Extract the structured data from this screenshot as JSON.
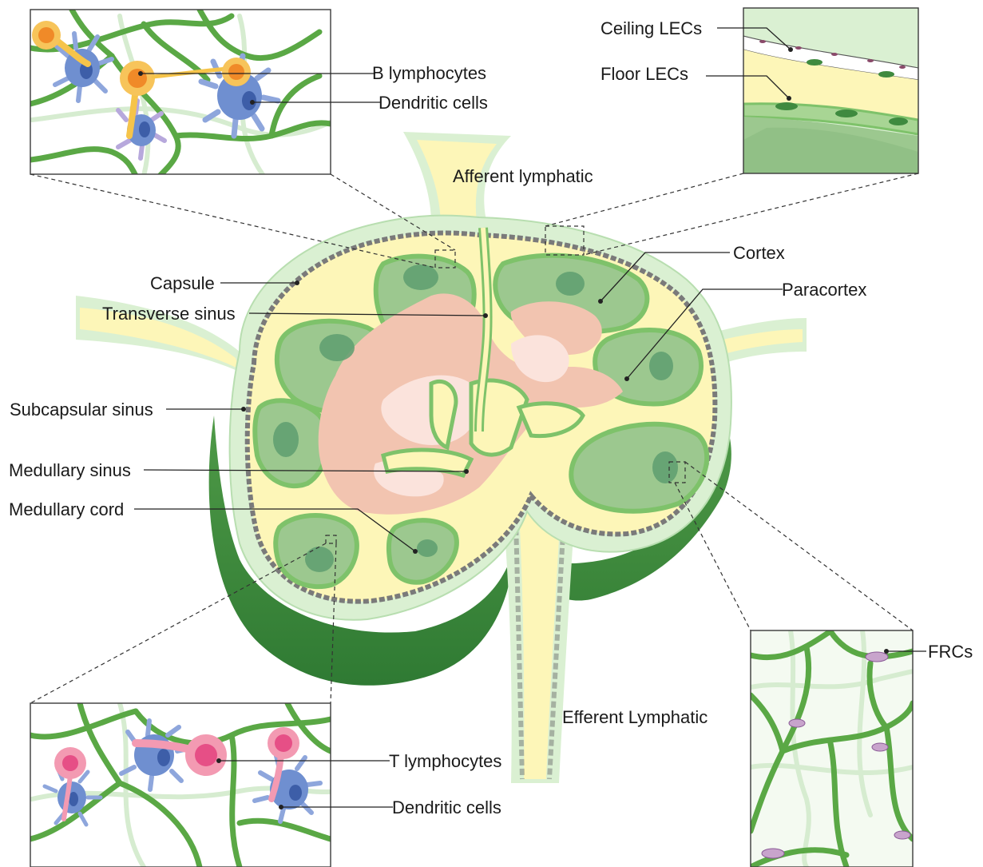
{
  "labels": {
    "b_lymphocytes": "B lymphocytes",
    "dendritic_cells_top": "Dendritic cells",
    "ceiling_lecs": "Ceiling LECs",
    "floor_lecs": "Floor LECs",
    "afferent_lymphatic": "Afferent lymphatic",
    "cortex": "Cortex",
    "paracortex": "Paracortex",
    "capsule": "Capsule",
    "transverse_sinus": "Transverse sinus",
    "subcapsular_sinus": "Subcapsular sinus",
    "medullary_sinus": "Medullary sinus",
    "medullary_cord": "Medullary cord",
    "efferent_lymphatic": "Efferent Lymphatic",
    "frcs": "FRCs",
    "t_lymphocytes": "T lymphocytes",
    "dendritic_cells_bottom": "Dendritic cells"
  },
  "colors": {
    "capsule_fill": "#daf0d2",
    "sinus_fill": "#fdf6b8",
    "cortex_fill": "#9cc88f",
    "follicle_fill": "#5e9e70",
    "paracortex_fill": "#f2c4b0",
    "medulla_light": "#fbe3dc",
    "dark_green": "#3d8a3c",
    "reticular_net": "#5aa845",
    "dendritic_cell": "#6f8fd0",
    "b_cell": "#f4a63a",
    "t_cell": "#ec6f94",
    "frc": "#a87fb0"
  }
}
